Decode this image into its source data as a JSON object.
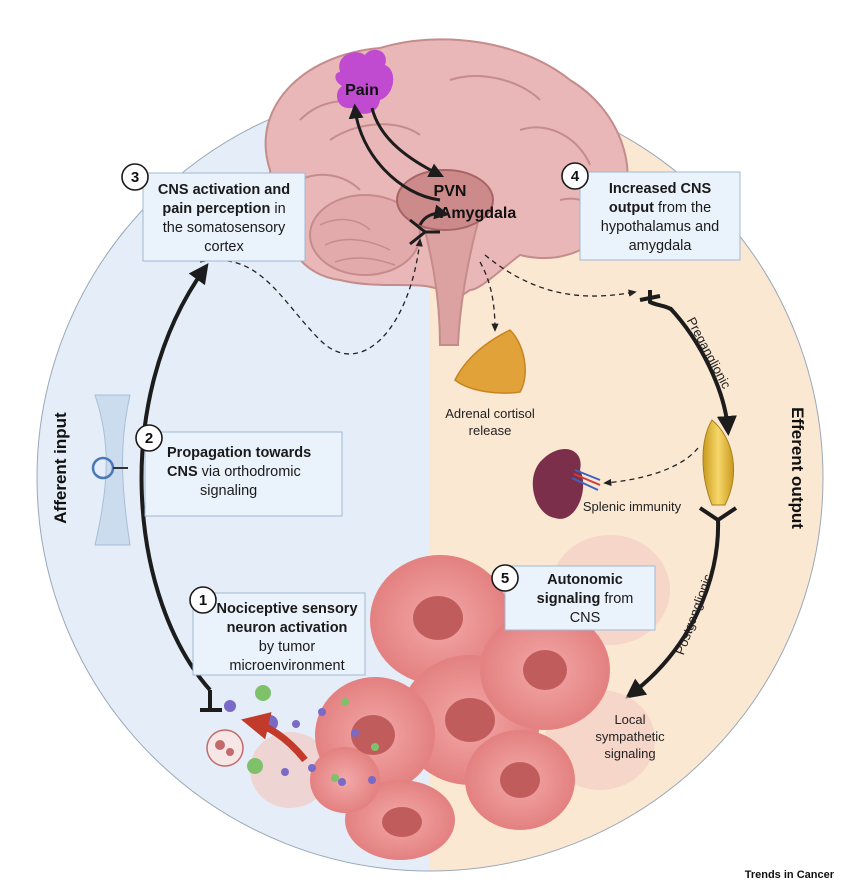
{
  "colors": {
    "afferent_bg": "#e4edf8",
    "efferent_bg": "#fbe8d3",
    "circle_stroke": "#1c1c1c",
    "box_fill": "#eaf2fb",
    "box_stroke": "#9fb9d4",
    "tumor_red": "#e58080",
    "pain_magenta": "#c04ad0",
    "brain_pink": "#e9b7b7",
    "arrow_red": "#c23b2a",
    "ap_trace_red": "#d2222d"
  },
  "sides": {
    "afferent": "Afferent input",
    "efferent": "Efferent output"
  },
  "brain": {
    "pain": "Pain",
    "pvn": "PVN",
    "amygdala": "Amygdala"
  },
  "steps": [
    {
      "num": "1",
      "bold": "Nociceptive sensory",
      "bold2": "neuron activation",
      "rest1": "by tumor",
      "rest2": "microenvironment"
    },
    {
      "num": "2",
      "bold": "Propagation towards",
      "bold2": "CNS",
      "rest1": " via orthodromic",
      "rest2": "signaling"
    },
    {
      "num": "3",
      "bold": "CNS activation and",
      "bold2": "pain perception",
      "rest1": " in",
      "rest2": "the somatosensory",
      "rest3": "cortex"
    },
    {
      "num": "4",
      "bold": "Increased CNS",
      "bold2": "output",
      "rest1": " from the",
      "rest2": "hypothalamus and",
      "rest3": "amygdala"
    },
    {
      "num": "5",
      "bold": "Autonomic",
      "bold2": "signaling",
      "rest1": " from",
      "rest2": "CNS"
    }
  ],
  "labels": {
    "adrenal1": "Adrenal cortisol",
    "adrenal2": "release",
    "splenic": "Splenic immunity",
    "preganglionic": "Preganglionic",
    "postganglionic": "Postganglionic",
    "local1": "Local",
    "local2": "sympathetic",
    "local3": "signaling"
  },
  "footer": {
    "journal": "Trends in Cancer"
  }
}
